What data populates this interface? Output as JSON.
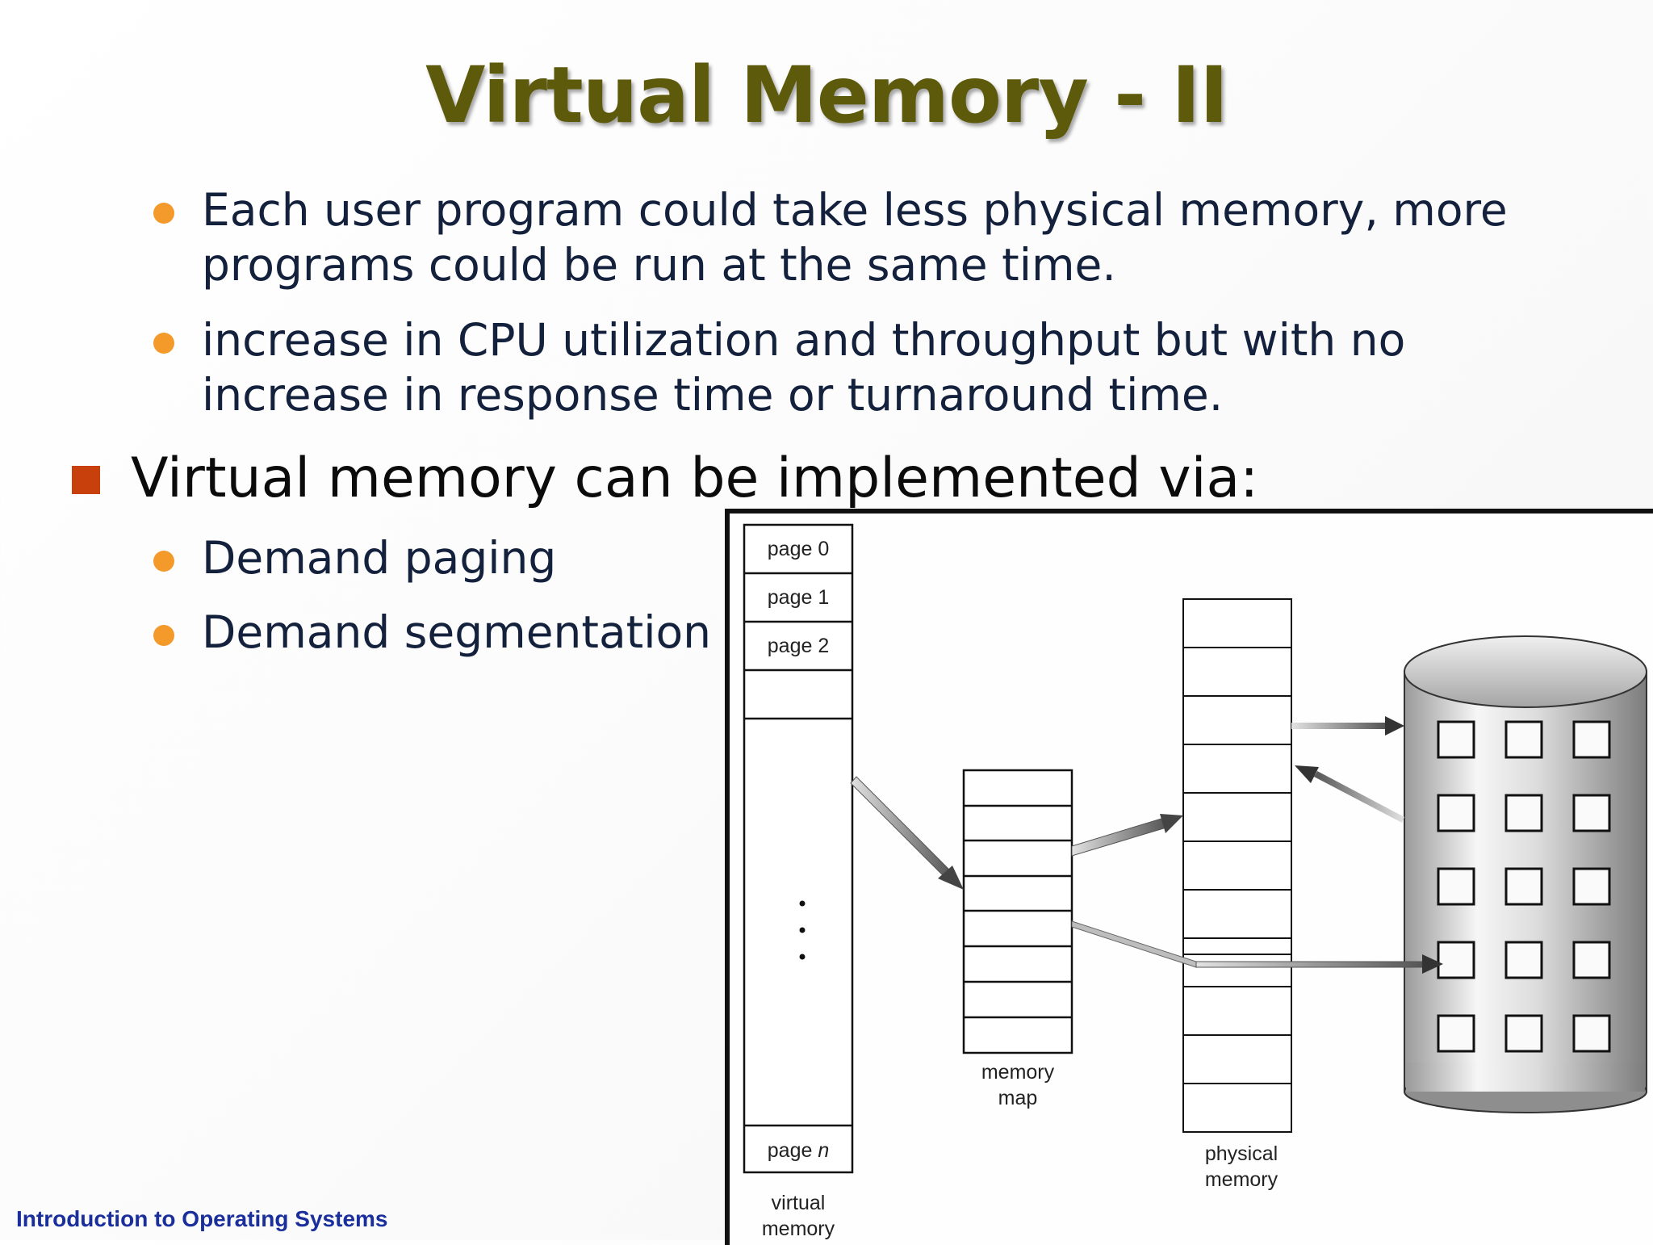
{
  "slide": {
    "title": "Virtual Memory - II",
    "bullets_top": [
      {
        "line1": "Each user program could take less physical memory, more",
        "line2": "programs could be run at the same time."
      },
      {
        "line1": "increase in CPU utilization and throughput but with no",
        "line2": "increase in response time or turnaround time."
      }
    ],
    "main_bullet": "Virtual memory can be implemented via:",
    "sub_bullets": [
      "Demand paging",
      "Demand segmentation"
    ],
    "footer": "Introduction to Operating Systems"
  },
  "figure": {
    "pages": [
      "page 0",
      "page 1",
      "page 2"
    ],
    "page_n_prefix": "page ",
    "page_n_var": "n",
    "virtual_label": [
      "virtual",
      "memory"
    ],
    "map_label": [
      "memory",
      "map"
    ],
    "physical_label": [
      "physical",
      "memory"
    ]
  },
  "colors": {
    "title": "#5e5a0c",
    "bullet_dot": "#f39a2a",
    "square_bullet": "#c8400c",
    "body_text": "#14213d",
    "footer": "#1a2f9c"
  }
}
